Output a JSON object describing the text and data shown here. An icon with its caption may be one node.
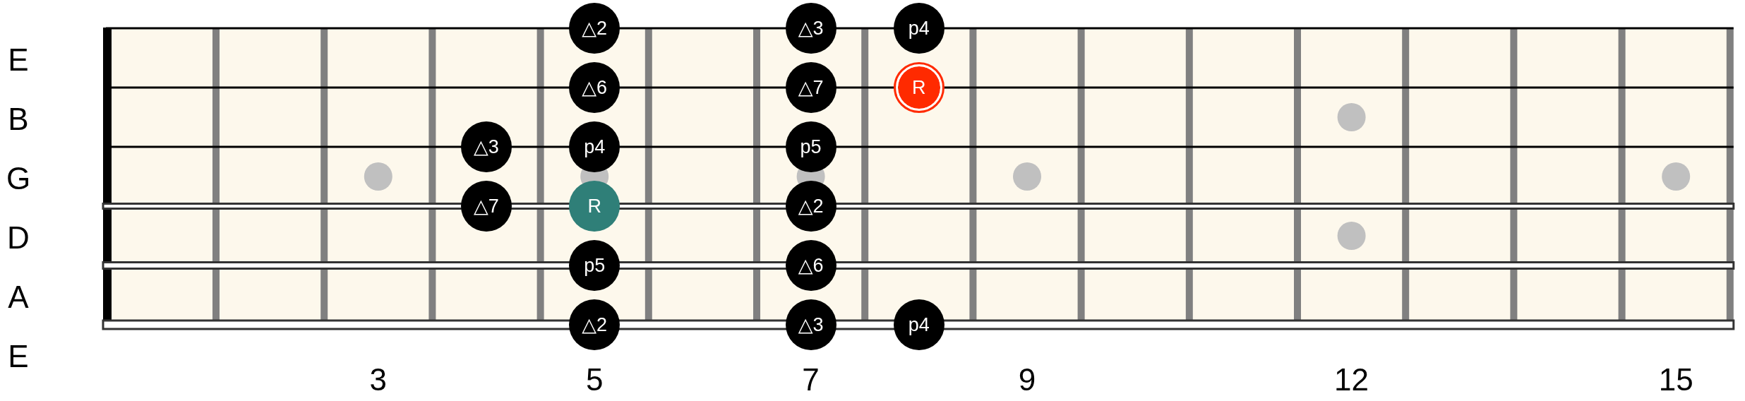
{
  "diagram": {
    "nodes": [
      {
        "text": [
          "△2"
        ]
      },
      {
        "text": [
          "△3"
        ]
      },
      {
        "text": [
          "p4"
        ]
      },
      {
        "text": [
          "△6"
        ]
      },
      {
        "text": [
          "△7"
        ]
      },
      {
        "text": [
          "R"
        ]
      },
      {
        "text": [
          "△3"
        ]
      },
      {
        "text": [
          "p4"
        ]
      },
      {
        "text": [
          "p5"
        ]
      },
      {
        "text": [
          "△7"
        ]
      },
      {
        "text": [
          "R"
        ]
      },
      {
        "text": [
          "△2"
        ]
      },
      {
        "text": [
          "p5"
        ]
      },
      {
        "text": [
          "△6"
        ]
      },
      {
        "text": [
          "△2"
        ]
      },
      {
        "text": [
          "△3"
        ]
      },
      {
        "text": [
          "p4"
        ]
      }
    ],
    "labels": [
      "E",
      "B",
      "G",
      "D",
      "A",
      "E",
      "3",
      "5",
      "7",
      "9",
      "12",
      "15"
    ]
  }
}
